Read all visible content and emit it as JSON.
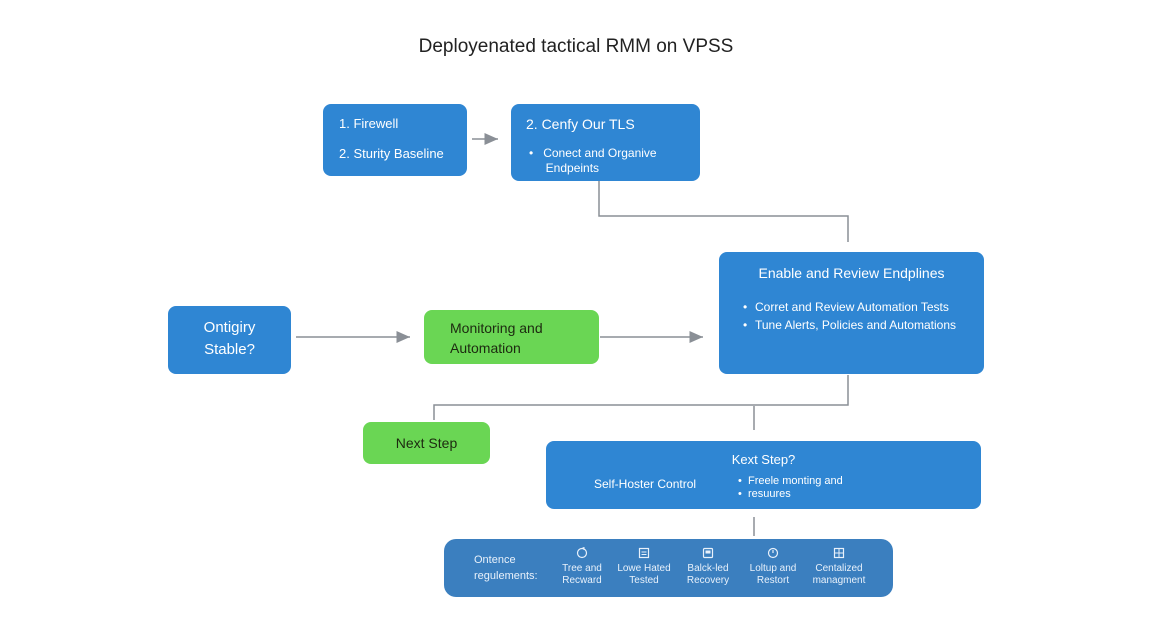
{
  "title": "Deployenated tactical RMM on VPSS",
  "box1": {
    "line1": "1.    Firewell",
    "line2": "2.  Sturity Baseline"
  },
  "box2": {
    "heading": "2.  Cenfy Our TLS",
    "bullet": "•   Conect and Organive\n     Endpeints"
  },
  "box3": {
    "heading": "Enable and Review Endplines",
    "bullets": [
      "Corret and Review Automation Tests",
      "Tune Alerts, Policies and Automations"
    ]
  },
  "box4": {
    "line1": "Ontigiry",
    "line2": "Stable?"
  },
  "box5": {
    "line1": "Monitoring and",
    "line2": "Automation"
  },
  "box6": {
    "label": "Next Step"
  },
  "box7": {
    "heading": "Kext Step?",
    "left": "Self-Hoster Control",
    "bullets": [
      "Freele monting and",
      "resuures"
    ]
  },
  "box8": {
    "label": "Ontence regulements:",
    "features": [
      {
        "icon": "refresh-icon",
        "l1": "Tree and",
        "l2": "Recward"
      },
      {
        "icon": "document-icon",
        "l1": "Lowe Hated",
        "l2": "Tested"
      },
      {
        "icon": "backup-icon",
        "l1": "Balck-led",
        "l2": "Recovery"
      },
      {
        "icon": "clock-icon",
        "l1": "Loltup and",
        "l2": "Restort"
      },
      {
        "icon": "grid-icon",
        "l1": "Centalized",
        "l2": "managment"
      }
    ]
  },
  "colors": {
    "blue": "#2f86d3",
    "green": "#6ad654",
    "dark_blue": "#3b7fbf",
    "connector": "#8a8f96"
  }
}
